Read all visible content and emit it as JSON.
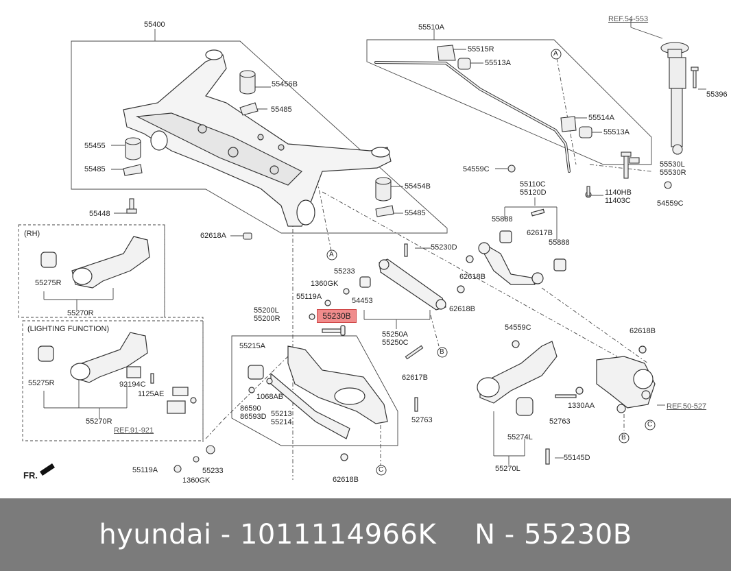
{
  "diagram": {
    "labels": {
      "p55400": "55400",
      "p55456B": "55456B",
      "p55485a": "55485",
      "p55455": "55455",
      "p55485b": "55485",
      "p55454B": "55454B",
      "p55485c": "55485",
      "p55448": "55448",
      "p62618A": "62618A",
      "p55510A": "55510A",
      "p55515R": "55515R",
      "p55513Aa": "55513A",
      "p55514A": "55514A",
      "p55513Ab": "55513A",
      "p54559Ca": "54559C",
      "p55530L": "55530L",
      "p55530R": "55530R",
      "p1140HB": "1140HB",
      "p11403C": "11403C",
      "p54559Cb": "54559C",
      "pRef54553": "REF.54-553",
      "p55396": "55396",
      "p55110C": "55110C",
      "p55120D": "55120D",
      "p55888a": "55888",
      "p62617Ba": "62617B",
      "p55888b": "55888",
      "p55230D": "55230D",
      "p62618Ba": "62618B",
      "p55233a": "55233",
      "p1360GKa": "1360GK",
      "p55119Aa": "55119A",
      "p54453": "54453",
      "p62618Bb": "62618B",
      "p55230B": "55230B",
      "p55250A": "55250A",
      "p55250C": "55250C",
      "p55200L": "55200L",
      "p55200R": "55200R",
      "p55215A": "55215A",
      "p1068AB": "1068AB",
      "p86590": "86590",
      "p86593D": "86593D",
      "p55213": "55213",
      "p55214": "55214",
      "p52763a": "52763",
      "p62617Bb": "62617B",
      "p62618Bc": "62618B",
      "p55119Ab": "55119A",
      "p55233b": "55233",
      "p1360GKb": "1360GK",
      "pRH": "(RH)",
      "p55275Ra": "55275R",
      "p55270Ra": "55270R",
      "pLighting": "(LIGHTING FUNCTION)",
      "p55275Rb": "55275R",
      "p92194C": "92194C",
      "p1125AE": "1125AE",
      "p55270Rb": "55270R",
      "pRef91921": "REF.91-921",
      "pFR": "FR.",
      "p54559Cc": "54559C",
      "p62618Bd": "62618B",
      "p52763b": "52763",
      "p1330AA": "1330AA",
      "pRef50527": "REF.50-527",
      "p55274L": "55274L",
      "p55145D": "55145D",
      "p55270L": "55270L",
      "cA1": "A",
      "cA2": "A",
      "cB1": "B",
      "cB2": "B",
      "cC1": "C",
      "cC2": "C"
    }
  },
  "footer": {
    "brand_part": "hyundai - 1011114966K",
    "number_part": "N - 55230B"
  }
}
